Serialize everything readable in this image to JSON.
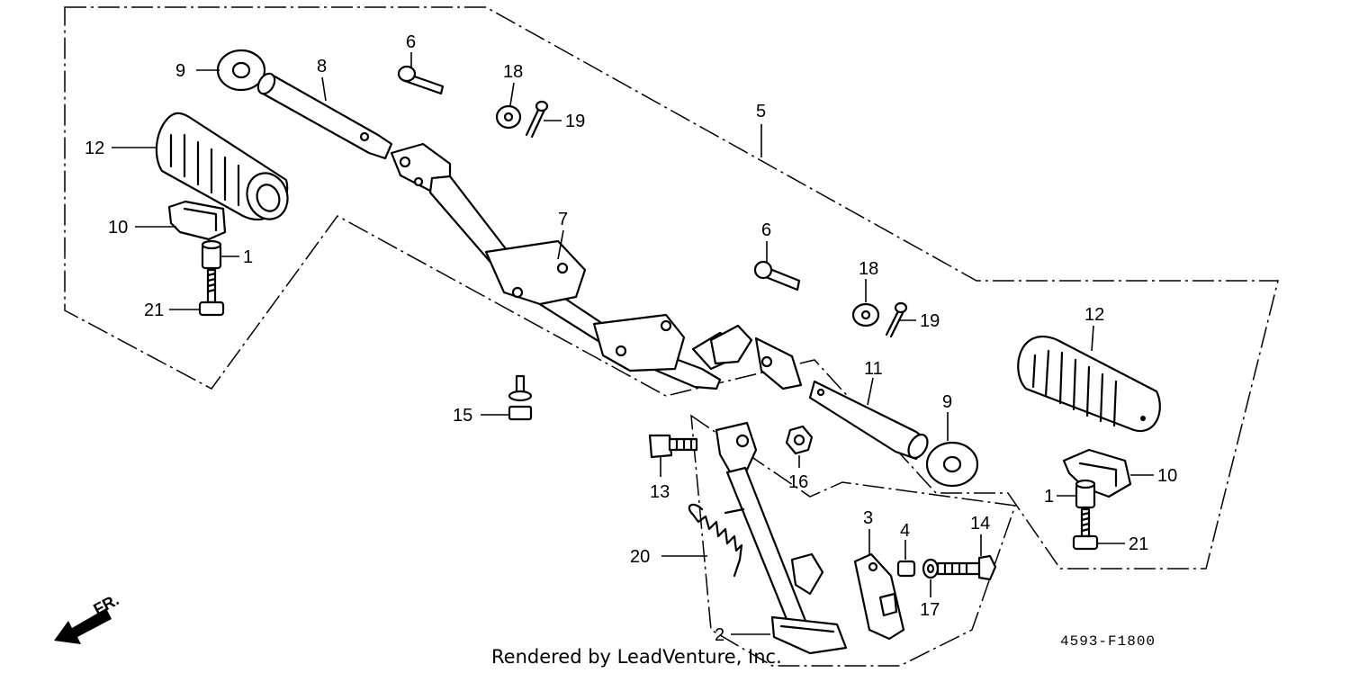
{
  "callouts": {
    "c1a": "1",
    "c1b": "1",
    "c2": "2",
    "c3": "3",
    "c4": "4",
    "c5": "5",
    "c6a": "6",
    "c6b": "6",
    "c7": "7",
    "c8": "8",
    "c9a": "9",
    "c9b": "9",
    "c10a": "10",
    "c10b": "10",
    "c11": "11",
    "c12a": "12",
    "c12b": "12",
    "c13": "13",
    "c14": "14",
    "c15": "15",
    "c16": "16",
    "c17": "17",
    "c18a": "18",
    "c18b": "18",
    "c19a": "19",
    "c19b": "19",
    "c20": "20",
    "c21a": "21",
    "c21b": "21"
  },
  "front_indicator": "FR.",
  "credit": "Rendered by LeadVenture, Inc.",
  "diagram_code": "4593-F1800"
}
